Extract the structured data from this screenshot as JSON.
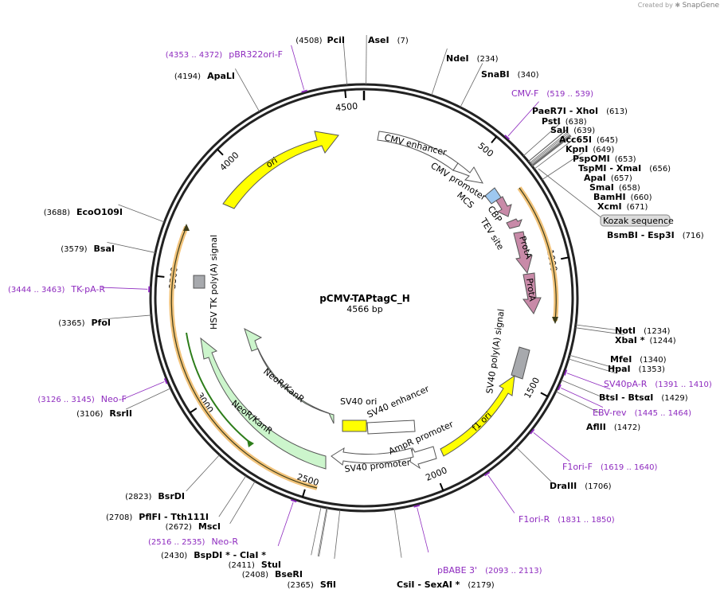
{
  "credit": {
    "prefix": "Created by",
    "brand": "SnapGene"
  },
  "plasmid": {
    "name": "pCMV-TAPtagC_H",
    "length_label": "4566 bp",
    "length": 4566
  },
  "ticks": [
    {
      "pos": 500,
      "label": "500"
    },
    {
      "pos": 1000,
      "label": "1000"
    },
    {
      "pos": 1500,
      "label": "1500"
    },
    {
      "pos": 2000,
      "label": "2000"
    },
    {
      "pos": 2500,
      "label": "2500"
    },
    {
      "pos": 3000,
      "label": "3000"
    },
    {
      "pos": 3500,
      "label": "3500"
    },
    {
      "pos": 4000,
      "label": "4000"
    },
    {
      "pos": 4500,
      "label": "4500"
    }
  ],
  "sites": [
    {
      "name": "PciI",
      "pos": "(4508)",
      "bp": 4508
    },
    {
      "name": "AseI",
      "pos": "(7)",
      "bp": 7
    },
    {
      "name": "NdeI",
      "pos": "(234)",
      "bp": 234
    },
    {
      "name": "SnaBI",
      "pos": "(340)",
      "bp": 340
    },
    {
      "name": "PaeR7I - XhoI",
      "pos": "(613)",
      "bp": 613
    },
    {
      "name": "PstI",
      "pos": "(638)",
      "bp": 638
    },
    {
      "name": "SalI",
      "pos": "(639)",
      "bp": 639
    },
    {
      "name": "Acc65I",
      "pos": "(645)",
      "bp": 645
    },
    {
      "name": "KpnI",
      "pos": "(649)",
      "bp": 649
    },
    {
      "name": "PspOMI",
      "pos": "(653)",
      "bp": 653
    },
    {
      "name": "TspMI - XmaI",
      "pos": "(656)",
      "bp": 656
    },
    {
      "name": "ApaI",
      "pos": "(657)",
      "bp": 657
    },
    {
      "name": "SmaI",
      "pos": "(658)",
      "bp": 658
    },
    {
      "name": "BamHI",
      "pos": "(660)",
      "bp": 660
    },
    {
      "name": "XcmI",
      "pos": "(671)",
      "bp": 671
    },
    {
      "name": "BsmBI - Esp3I",
      "pos": "(716)",
      "bp": 716
    },
    {
      "name": "NotI",
      "pos": "(1234)",
      "bp": 1234
    },
    {
      "name": "XbaI *",
      "pos": "(1244)",
      "bp": 1244
    },
    {
      "name": "MfeI",
      "pos": "(1340)",
      "bp": 1340
    },
    {
      "name": "HpaI",
      "pos": "(1353)",
      "bp": 1353
    },
    {
      "name": "BtsI - BtsαI",
      "pos": "(1429)",
      "bp": 1429
    },
    {
      "name": "AflII",
      "pos": "(1472)",
      "bp": 1472
    },
    {
      "name": "DraIII",
      "pos": "(1706)",
      "bp": 1706
    },
    {
      "name": "CsiI - SexAI *",
      "pos": "(2179)",
      "bp": 2179
    },
    {
      "name": "SfiI",
      "pos": "(2365)",
      "bp": 2365
    },
    {
      "name": "BseRI",
      "pos": "(2408)",
      "bp": 2408
    },
    {
      "name": "StuI",
      "pos": "(2411)",
      "bp": 2411
    },
    {
      "name": "BspDI * - ClaI *",
      "pos": "(2430)",
      "bp": 2430
    },
    {
      "name": "MscI",
      "pos": "(2672)",
      "bp": 2672
    },
    {
      "name": "PflFI - Tth111I",
      "pos": "(2708)",
      "bp": 2708
    },
    {
      "name": "BsrDI",
      "pos": "(2823)",
      "bp": 2823
    },
    {
      "name": "RsrII",
      "pos": "(3106)",
      "bp": 3106
    },
    {
      "name": "PfoI",
      "pos": "(3365)",
      "bp": 3365
    },
    {
      "name": "BsaI",
      "pos": "(3579)",
      "bp": 3579
    },
    {
      "name": "EcoO109I",
      "pos": "(3688)",
      "bp": 3688
    },
    {
      "name": "ApaLI",
      "pos": "(4194)",
      "bp": 4194
    }
  ],
  "primers": [
    {
      "name": "pBR322ori-F",
      "range": "(4353 .. 4372)",
      "bp": 4362
    },
    {
      "name": "CMV-F",
      "range": "(519 .. 539)",
      "bp": 529
    },
    {
      "name": "SV40pA-R",
      "range": "(1391 .. 1410)",
      "bp": 1400
    },
    {
      "name": "EBV-rev",
      "range": "(1445 .. 1464)",
      "bp": 1454
    },
    {
      "name": "F1ori-F",
      "range": "(1619 .. 1640)",
      "bp": 1630
    },
    {
      "name": "F1ori-R",
      "range": "(1831 .. 1850)",
      "bp": 1840
    },
    {
      "name": "pBABE 3'",
      "range": "(2093 .. 2113)",
      "bp": 2103
    },
    {
      "name": "Neo-R",
      "range": "(2516 .. 2535)",
      "bp": 2525
    },
    {
      "name": "Neo-F",
      "range": "(3126 .. 3145)",
      "bp": 3135
    },
    {
      "name": "TK-pA-R",
      "range": "(3444 .. 3463)",
      "bp": 3453
    }
  ],
  "features": [
    {
      "name": "CMV enhancer",
      "color": "#ffffff"
    },
    {
      "name": "CMV promoter",
      "color": "#ffffff"
    },
    {
      "name": "MCS",
      "color": "#9ec8f0"
    },
    {
      "name": "CBP",
      "color": "#c88aa8"
    },
    {
      "name": "TEV site",
      "color": "#c88aa8"
    },
    {
      "name": "ProtA",
      "color": "#c88aa8"
    },
    {
      "name": "ProtA",
      "color": "#c88aa8"
    },
    {
      "name": "SV40 poly(A) signal",
      "color": "#a7a9ad"
    },
    {
      "name": "f1 ori",
      "color": "#ffff00"
    },
    {
      "name": "AmpR promoter",
      "color": "#ffffff"
    },
    {
      "name": "SV40 promoter",
      "color": "#ffffff"
    },
    {
      "name": "SV40 enhancer",
      "color": "#ffffff"
    },
    {
      "name": "SV40 ori",
      "color": "#ffff00"
    },
    {
      "name": "NeoR/KanR",
      "color": "#ccf5cc"
    },
    {
      "name": "NeoR/KanR",
      "color": "#ccf5cc"
    },
    {
      "name": "HSV TK poly(A) signal",
      "color": "#a7a9ad"
    },
    {
      "name": "ori",
      "color": "#ffff00"
    }
  ],
  "kozak": {
    "label": "Kozak sequence"
  },
  "colors": {
    "backbone": "#222222",
    "primer": "#8e2bbf",
    "orf_highlight": "#f2c37a",
    "orf_line_dark": "#3d3d1a",
    "neo_line": "#2d7d1a"
  }
}
